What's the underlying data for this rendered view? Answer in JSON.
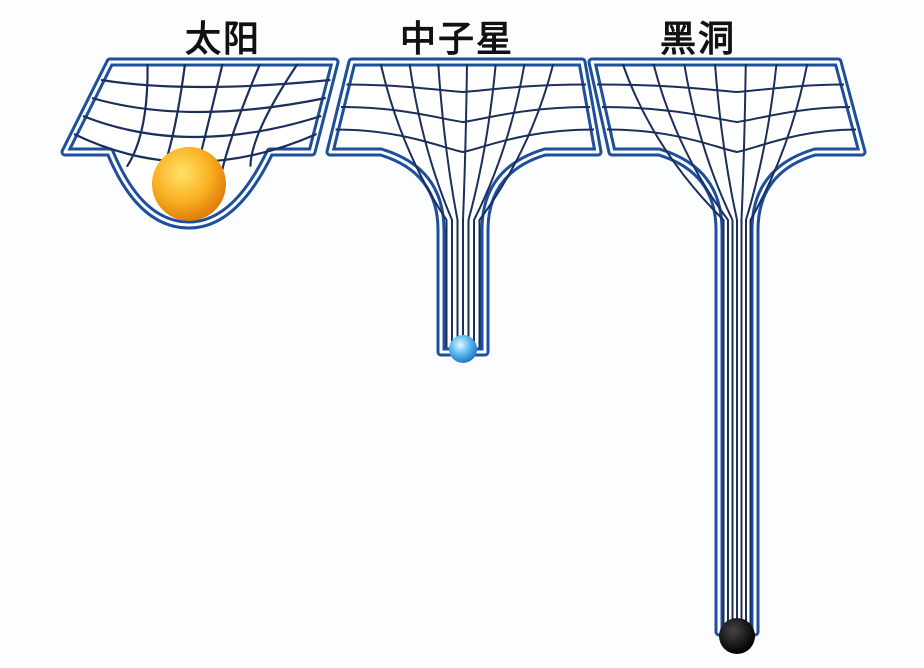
{
  "labels": {
    "sun": "太阳",
    "neutron_star": "中子星",
    "black_hole": "黑洞"
  },
  "colors": {
    "grid_outline": "#1d4f9c",
    "grid_line": "#1a2f5c",
    "sun": "#f7a21a",
    "neutron_star": "#4aa8e8",
    "black_hole": "#111111"
  }
}
